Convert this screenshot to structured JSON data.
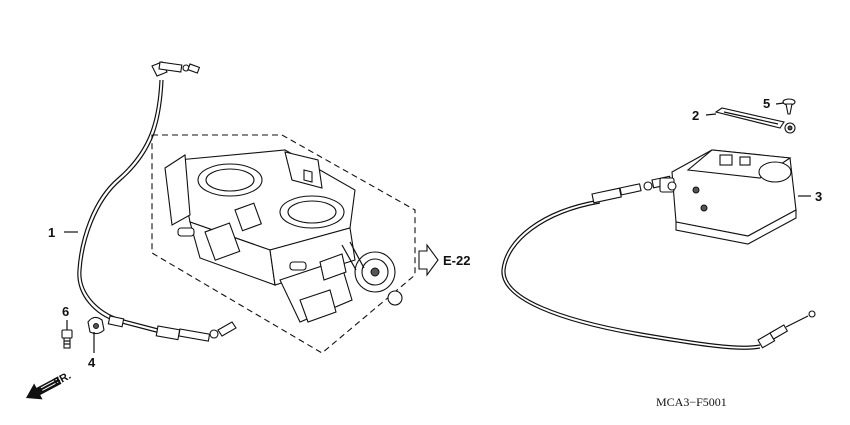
{
  "callouts": {
    "c1": "1",
    "c2": "2",
    "c3": "3",
    "c4": "4",
    "c5": "5",
    "c6": "6"
  },
  "reference": {
    "label": "E-22"
  },
  "direction": {
    "label": "FR."
  },
  "diagram_code": "MCA3−F5001",
  "colors": {
    "ink": "#111111",
    "background": "#ffffff"
  }
}
